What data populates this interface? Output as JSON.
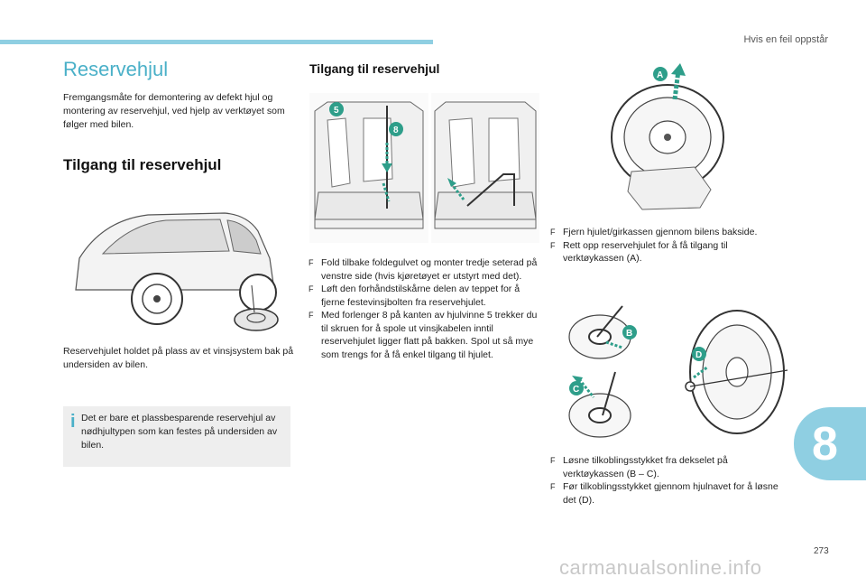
{
  "header": {
    "running_title": "Hvis en feil oppstår",
    "page_number": "273",
    "chapter": "8"
  },
  "left": {
    "title": "Reservehjul",
    "intro": "Fremgangsmåte for demontering av defekt hjul og montering av reservehjul, ved hjelp av verktøyet som følger med bilen.",
    "subheading": "Tilgang til reservehjul",
    "caption": "Reservehjulet holdet på plass av et vinsjsystem bak på undersiden av bilen.",
    "note_icon": "info-icon",
    "note": "Det er bare et plassbesparende reservehjul av nødhjultypen som kan festes på undersiden av bilen."
  },
  "middle": {
    "heading": "Tilgang til reservehjul",
    "steps": [
      "Fold tilbake foldegulvet og monter tredje seterad på venstre side (hvis kjøretøyet er utstyrt med det).",
      "Løft den forhåndstilskårne delen av teppet for å fjerne festevinsjbolten fra reservehjulet.",
      "Med forlenger 8 på kanten av hjulvinne 5 trekker du til skruen for å spole ut vinsjkabelen inntil reservehjulet ligger flatt på bakken. Spol ut så mye som trengs for å få enkel tilgang til hjulet."
    ]
  },
  "right": {
    "steps_top": [
      "Fjern hjulet/girkassen gjennom bilens bakside.",
      "Rett opp reservehjulet for å få tilgang til verktøykassen (A)."
    ],
    "steps_bottom": [
      "Løsne tilkoblingsstykket fra dekselet på verktøykassen (B – C).",
      "Før tilkoblingsstykket gjennom hjulnavet for å løsne det (D)."
    ]
  },
  "labels": {
    "tool_5": "5",
    "tool_8": "8",
    "A": "A",
    "B": "B",
    "C": "C",
    "D": "D"
  },
  "bullet_glyph": "F",
  "colors": {
    "accent": "#4ab0c8",
    "arrow_green": "#2e9e8a",
    "tab": "#8fcfe2",
    "note_bg": "#eeeeee"
  },
  "watermark": "carmanualsonline.info"
}
